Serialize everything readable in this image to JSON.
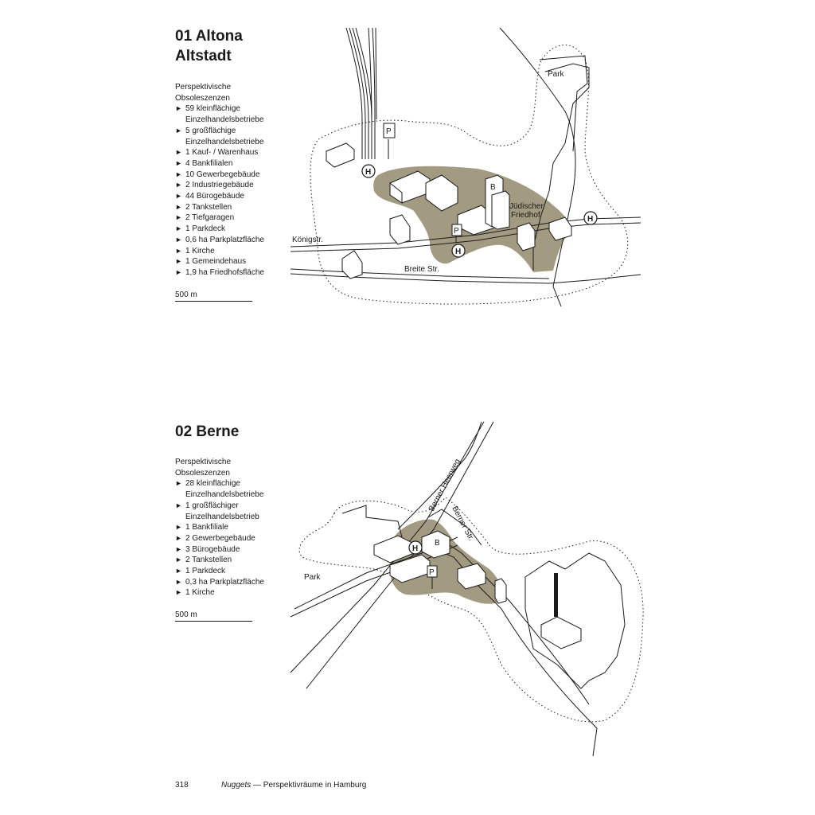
{
  "section1": {
    "title_line1": "01 Altona",
    "title_line2": "Altstadt",
    "list_heading_line1": "Perspektivische",
    "list_heading_line2": "Obsoleszenzen",
    "items": [
      "59 kleinflächige Einzelhandelsbetriebe",
      "5 großflächige Einzelhandelsbetriebe",
      "1 Kauf- / Warenhaus",
      "4 Bankfilialen",
      "10 Gewerbegebäude",
      "2 Industriegebäude",
      "44 Bürogebäude",
      "2 Tankstellen",
      "2 Tiefgaragen",
      "1 Parkdeck",
      "0,6 ha Parkplatzfläche",
      "1 Kirche",
      "1 Gemeindehaus",
      "1,9 ha Friedhofsfläche"
    ],
    "scale": "500 m",
    "map": {
      "label_park": "Park",
      "label_koenigstr": "Königstr.",
      "label_breite": "Breite Str.",
      "label_friedhof_1": "Jüdischer",
      "label_friedhof_2": "Friedhof",
      "station": "H",
      "parking": "P",
      "bank": "B"
    }
  },
  "section2": {
    "title": "02 Berne",
    "list_heading_line1": "Perspektivische",
    "list_heading_line2": "Obsoleszenzen",
    "items": [
      "28 kleinflächige Einzelhandelsbetriebe",
      "1 großflächiger Einzelhandelsbetrieb",
      "1 Bankfiliale",
      "2 Gewerbegebäude",
      "3 Bürogebäude",
      "2 Tankstellen",
      "1 Parkdeck",
      "0,3 ha Parkplatzfläche",
      "1 Kirche"
    ],
    "scale": "500 m",
    "map": {
      "label_park": "Park",
      "label_heerweg": "Berner Heerweg",
      "label_bernerstr": "Berner Str.",
      "station": "H",
      "parking": "P",
      "bank": "B"
    }
  },
  "footer": {
    "page": "318",
    "book": "Nuggets",
    "subtitle": " — Perspektivräume in Hamburg"
  },
  "colors": {
    "area_fill": "#a39a82",
    "ink": "#1a1a1a"
  },
  "list_marker": "►"
}
